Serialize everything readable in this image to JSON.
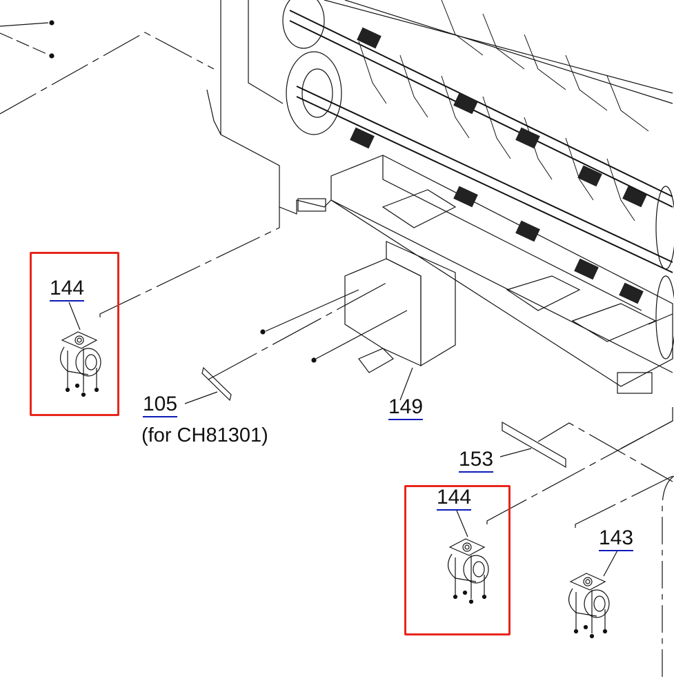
{
  "diagram": {
    "callouts": [
      {
        "part": "144",
        "highlighted": true
      },
      {
        "part": "105",
        "note": "(for CH81301)"
      },
      {
        "part": "149"
      },
      {
        "part": "153"
      },
      {
        "part": "144",
        "highlighted": true
      },
      {
        "part": "143"
      }
    ],
    "colors": {
      "highlight": "#e8251c",
      "link_underline": "#0a1ab8",
      "line": "#111111"
    }
  }
}
